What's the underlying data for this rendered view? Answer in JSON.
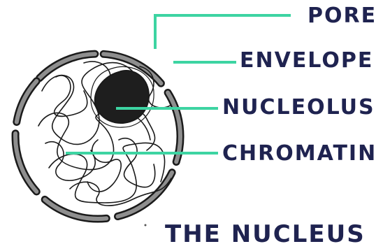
{
  "title": "THE NUCLEUS",
  "labels": {
    "pore": "PORE",
    "envelope": "ENVELOPE",
    "nucleolus": "NUCLEOLUS",
    "chromatin": "CHROMATIN"
  },
  "colors": {
    "ink": "#1f2350",
    "leader_line": "#3dd4a2",
    "envelope_fill": "#8e8e8e",
    "outline": "#1a1a1a",
    "nucleolus_fill": "#1e1e1e"
  }
}
